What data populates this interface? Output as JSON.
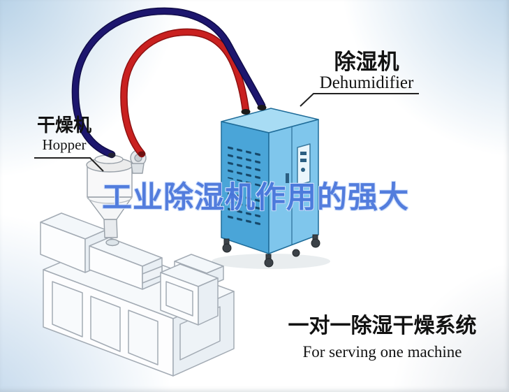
{
  "labels": {
    "dehumidifier_zh": "除湿机",
    "dehumidifier_en": "Dehumidifier",
    "hopper_zh": "干燥机",
    "hopper_en": "Hopper"
  },
  "watermark": {
    "text": "工业除湿机作用的强大"
  },
  "footer": {
    "title_zh": "一对一除湿干燥系统",
    "subtitle_en": "For serving one machine"
  },
  "colors": {
    "pipe_red": "#c92120",
    "pipe_red_dark": "#8e1111",
    "pipe_blue": "#1d166e",
    "pipe_blue_dark": "#100c48",
    "machine_front": "#4aa5d8",
    "machine_side": "#7fc6ec",
    "machine_top": "#a8dcf4",
    "watermark_blue": "#4a77dc",
    "line_art": "#a3abb4"
  }
}
